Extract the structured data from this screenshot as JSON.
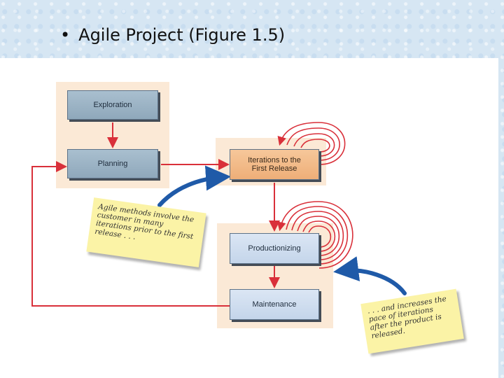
{
  "slide": {
    "bullet": "•",
    "title": "Agile Project (Figure 1.5)"
  },
  "diagram": {
    "boxes": {
      "exploration": "Exploration",
      "planning": "Planning",
      "iterations_line1": "Iterations to the",
      "iterations_line2": "First Release",
      "productionizing": "Productionizing",
      "maintenance": "Maintenance"
    },
    "notes": {
      "left": "Agile methods involve the customer in many iterations prior to the first release . . .",
      "right": ". . . and increases the pace of iterations after the product is released."
    },
    "colors": {
      "arrow_red": "#d9303a",
      "arrow_blue": "#1f5aa8",
      "panel_peach": "#fbe9d6",
      "note_yellow": "#fbf3a6"
    }
  }
}
